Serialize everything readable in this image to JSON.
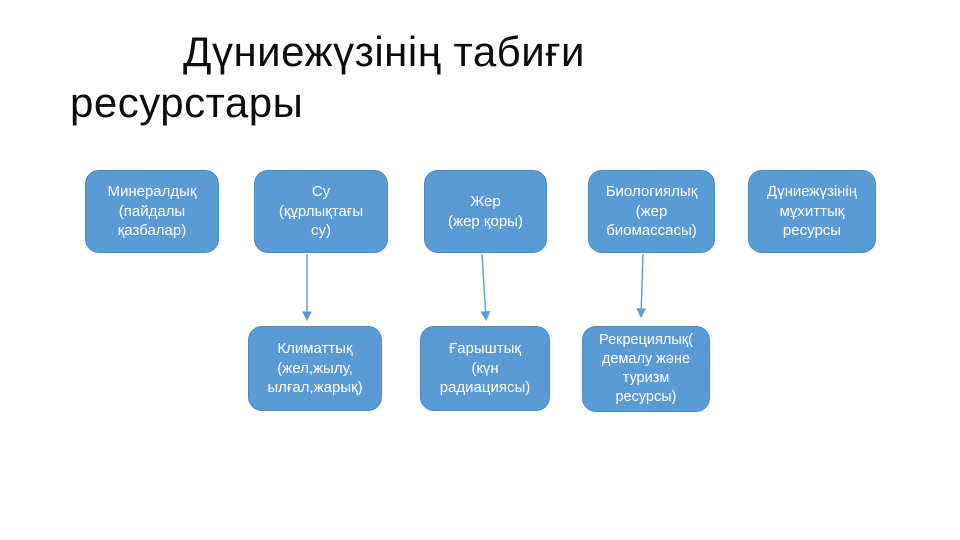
{
  "theme": {
    "background": "#ffffff",
    "title_color": "#0d0d0d",
    "box_fill": "#5b9bd5",
    "box_border": "#4a89c4",
    "box_text": "#ffffff",
    "arrow": "#5b9bd5"
  },
  "title": {
    "text": "Дүниежүзінің табиғи\nресурстары"
  },
  "diagram": {
    "top_row": [
      {
        "label": "Минералдық\n(пайдалы\nқазбалар)"
      },
      {
        "label": "Су\n(құрлықтағы\nсу)"
      },
      {
        "label": "Жер\n(жер қоры)"
      },
      {
        "label": "Биологиялық\n(жер\nбиомассасы)"
      },
      {
        "label": "Дүниежүзінің\nмұхиттық\nресурсы"
      }
    ],
    "bottom_row": [
      {
        "label": "Климаттық\n(жел,жылу,\nылғал,жарық)"
      },
      {
        "label": "Ғарыштық\n(күн\nрадиациясы)"
      },
      {
        "label": "Рекрециялық(\nдемалу және\nтуризм\nресурсы)"
      }
    ],
    "connectors": [
      {
        "from": "Су (құрлықтағы су)",
        "to": "Климаттық (жел,жылу, ылғал,жарық)"
      },
      {
        "from": "Жер (жер қоры)",
        "to": "Ғарыштық (күн радиациясы)"
      },
      {
        "from": "Биологиялық (жер биомассасы)",
        "to": "Рекрециялық (демалу және туризм ресурсы)"
      }
    ]
  }
}
